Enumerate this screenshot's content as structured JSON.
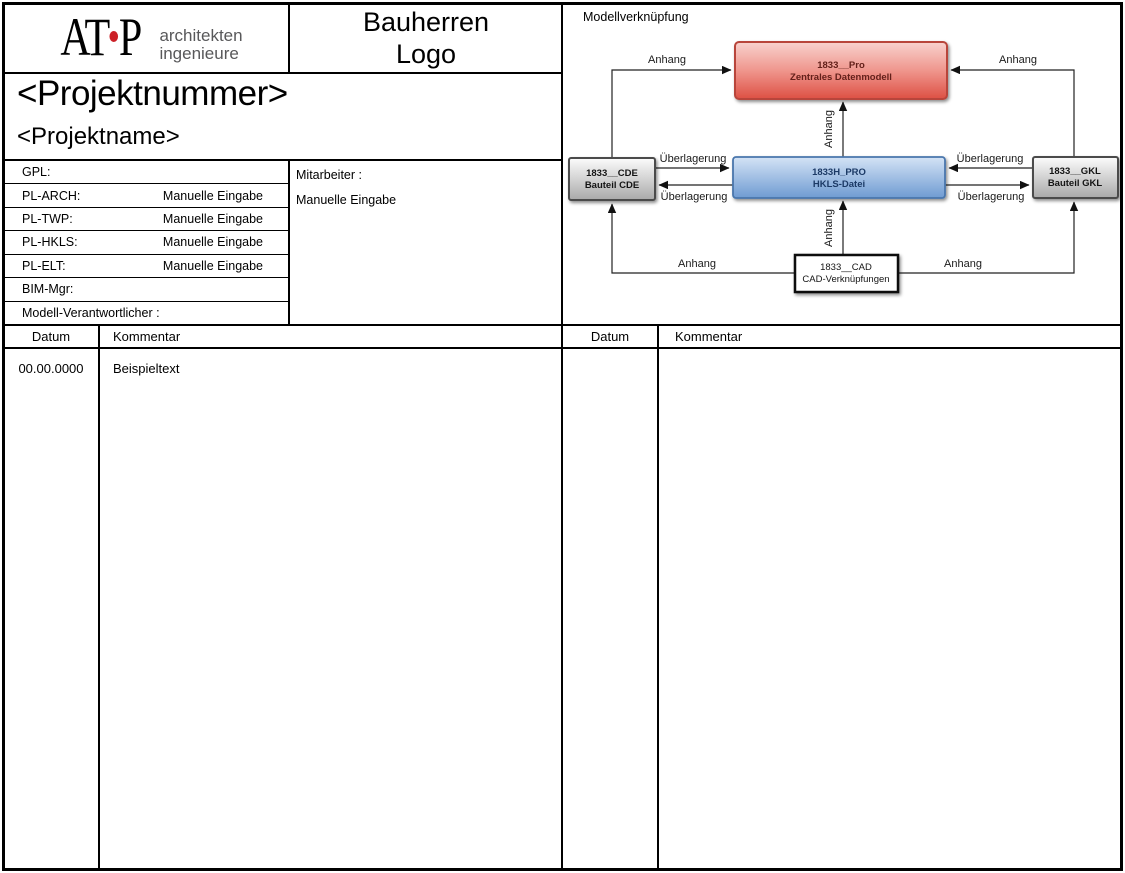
{
  "header": {
    "logo": {
      "mark_at": "AT",
      "mark_p": "P",
      "subtitle_line1": "architekten",
      "subtitle_line2": "ingenieure"
    },
    "client_logo": {
      "line1": "Bauherren",
      "line2": "Logo"
    }
  },
  "project": {
    "number": "<Projektnummer>",
    "name": "<Projektname>"
  },
  "team": {
    "rows": [
      {
        "label": "GPL:",
        "value": ""
      },
      {
        "label": "PL-ARCH:",
        "value": "Manuelle Eingabe"
      },
      {
        "label": "PL-TWP:",
        "value": "Manuelle Eingabe"
      },
      {
        "label": "PL-HKLS:",
        "value": "Manuelle Eingabe"
      },
      {
        "label": "PL-ELT:",
        "value": "Manuelle Eingabe"
      },
      {
        "label": "BIM-Mgr:",
        "value": ""
      },
      {
        "label": "Modell-Verantwortlicher :",
        "value": ""
      }
    ]
  },
  "staff": {
    "label": "Mitarbeiter :",
    "value": "Manuelle Eingabe"
  },
  "diagram": {
    "title": "Modellverknüpfung",
    "nodes": {
      "central": {
        "line1": "1833__Pro",
        "line2": "Zentrales Datenmodell"
      },
      "hkls": {
        "line1": "1833H_PRO",
        "line2": "HKLS-Datei"
      },
      "cde": {
        "line1": "1833__CDE",
        "line2": "Bauteil CDE"
      },
      "gkl": {
        "line1": "1833__GKL",
        "line2": "Bauteil GKL"
      },
      "cad": {
        "line1": "1833__CAD",
        "line2": "CAD-Verknüpfungen"
      }
    },
    "labels": {
      "anhang": "Anhang",
      "ueberlagerung": "Überlagerung"
    }
  },
  "log": {
    "headers": {
      "date": "Datum",
      "comment": "Kommentar"
    },
    "entries_left": [
      {
        "date": "00.00.0000",
        "comment": "Beispieltext"
      }
    ],
    "entries_right": []
  },
  "colors": {
    "logo_dot_red": "#cc2027",
    "logo_subtitle_gray": "#58585a",
    "central_top": "#f8d2ce",
    "central_bottom": "#dd5044",
    "central_border": "#b8453b",
    "central_text": "#63201a",
    "hkls_top": "#d4e3f5",
    "hkls_bottom": "#6f9bd2",
    "hkls_border": "#4a76ac",
    "hkls_text": "#1c3a66",
    "part_top": "#fcfcfc",
    "part_bottom": "#a9a9a9",
    "part_border": "#4c4c4c",
    "part_text": "#141414",
    "cad_fill": "#ffffff",
    "cad_border": "#0d0d0d",
    "line_color": "#222222"
  }
}
